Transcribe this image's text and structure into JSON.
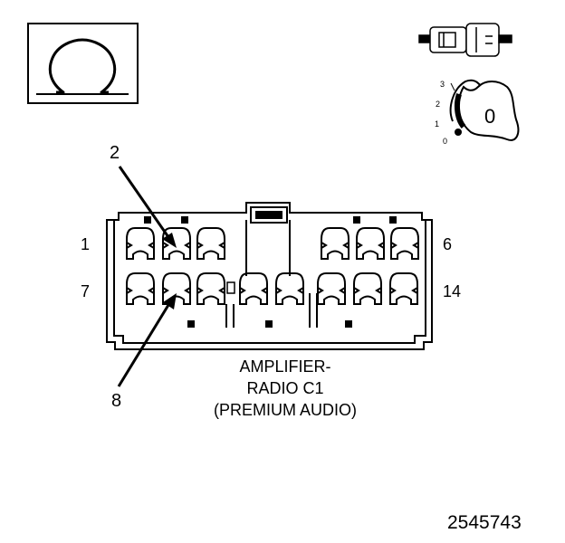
{
  "symbol": {
    "name": "omega-symbol",
    "label": "Ω"
  },
  "key_switch": {
    "positions": [
      "3",
      "2",
      "1",
      "0"
    ],
    "key_label": "0"
  },
  "pin_labels": {
    "top_left": "1",
    "top_right": "6",
    "bottom_left": "7",
    "bottom_right": "14",
    "callout_top": "2",
    "callout_bottom": "8"
  },
  "caption": {
    "line1": "AMPLIFIER-",
    "line2": "RADIO C1",
    "line3": "(PREMIUM AUDIO)"
  },
  "figure_number": "2545743"
}
